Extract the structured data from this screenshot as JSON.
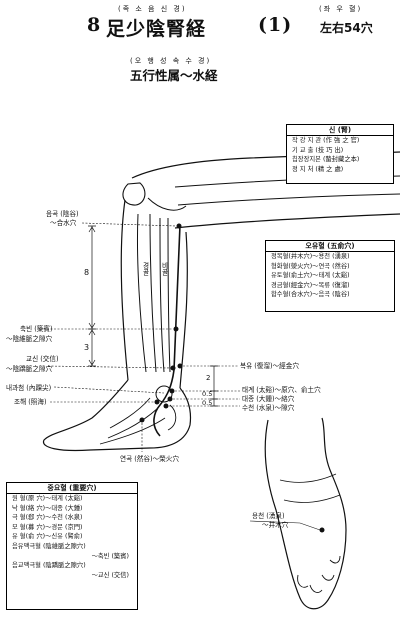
{
  "header": {
    "chapter_num": "8",
    "title": "足少陰腎経",
    "part": "(1)",
    "title_reading": "(족 소 음 신 경)",
    "sides_reading": "(좌 우    혈)",
    "sides": "左右54穴",
    "sub_reading": "(오 행 성 속   수 경)",
    "subtitle": "五行性属～水経"
  },
  "sin_box": {
    "heading": "신 (腎)",
    "rows": [
      "작 강 지 관 (作 強 之 官)",
      "기  교  출 (技  巧  出)",
      "칩장장지본 (蟄封藏之本)",
      "정  지  처 (精  之  處)"
    ]
  },
  "oyu_box": {
    "heading": "오유혈 (五俞穴)",
    "rows": [
      "정목혈(井木穴)～용천 (湧泉)",
      "형화혈(滎火穴)～연곡 (然谷)",
      "유토혈(俞土穴)～태계 (太谿)",
      "경금혈(經金穴)～복류 (復溜)",
      "합수혈(合水穴)～음곡 (陰谷)"
    ]
  },
  "jung_box": {
    "heading": "중요혈 (重要穴)",
    "rows": [
      "원  혈(原  穴)～태계 (太谿)",
      "낙  혈(絡  穴)～대종 (大鍾)",
      "극  혈(郄  穴)～수천 (水泉)",
      "모  혈(募  穴)～경문 (京門)",
      "유  혈(俞  穴)～신유 (腎俞)",
      "음유맥극혈 (陰維脈之隙穴)",
      "～축빈 (築賓)",
      "음교맥극혈 (陰蹻脈之隙穴)",
      "～교신 (交信)"
    ]
  },
  "leg_labels": {
    "yingu": "음곡 (陰谷)",
    "yingu2": "～合水穴",
    "zhubin": "축빈 (築賓)",
    "zhubin2": "～陰維脈之隙穴",
    "jiaoxin": "교신 (交信)",
    "jiaoxin2": "～陰蹻脈之隙穴",
    "neihuai": "내과첨 (內踝尖)",
    "zhaohai": "조해 (照海)",
    "fuliu": "복유 (復溜)～經金穴",
    "taixi": "태계 (太谿)～原穴、俞土穴",
    "dazhong": "대종 (大鍾)～絡穴",
    "shuiquan": "수천 (水泉)～隙穴",
    "rangu": "연곡 (然谷)～榮火穴",
    "tibia_a": "경골",
    "tibia_b": "비골",
    "yongquan": "용천 (湧泉)",
    "yongquan2": "～井木穴"
  },
  "measures": {
    "m8": "8",
    "m3": "3",
    "m2": "2",
    "m05a": "0.5",
    "m05b": "0.5"
  }
}
